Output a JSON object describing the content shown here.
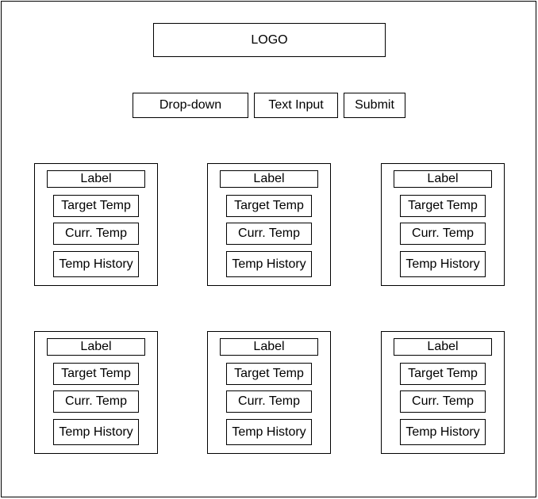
{
  "header": {
    "logo": "LOGO"
  },
  "controls": {
    "dropdown_label": "Drop-down",
    "text_input_label": "Text Input",
    "submit_label": "Submit"
  },
  "cards": [
    {
      "label": "Label",
      "target": "Target Temp",
      "current": "Curr. Temp",
      "history": "Temp History"
    },
    {
      "label": "Label",
      "target": "Target Temp",
      "current": "Curr. Temp",
      "history": "Temp History"
    },
    {
      "label": "Label",
      "target": "Target Temp",
      "current": "Curr. Temp",
      "history": "Temp History"
    },
    {
      "label": "Label",
      "target": "Target Temp",
      "current": "Curr. Temp",
      "history": "Temp History"
    },
    {
      "label": "Label",
      "target": "Target Temp",
      "current": "Curr. Temp",
      "history": "Temp History"
    },
    {
      "label": "Label",
      "target": "Target Temp",
      "current": "Curr. Temp",
      "history": "Temp History"
    }
  ]
}
